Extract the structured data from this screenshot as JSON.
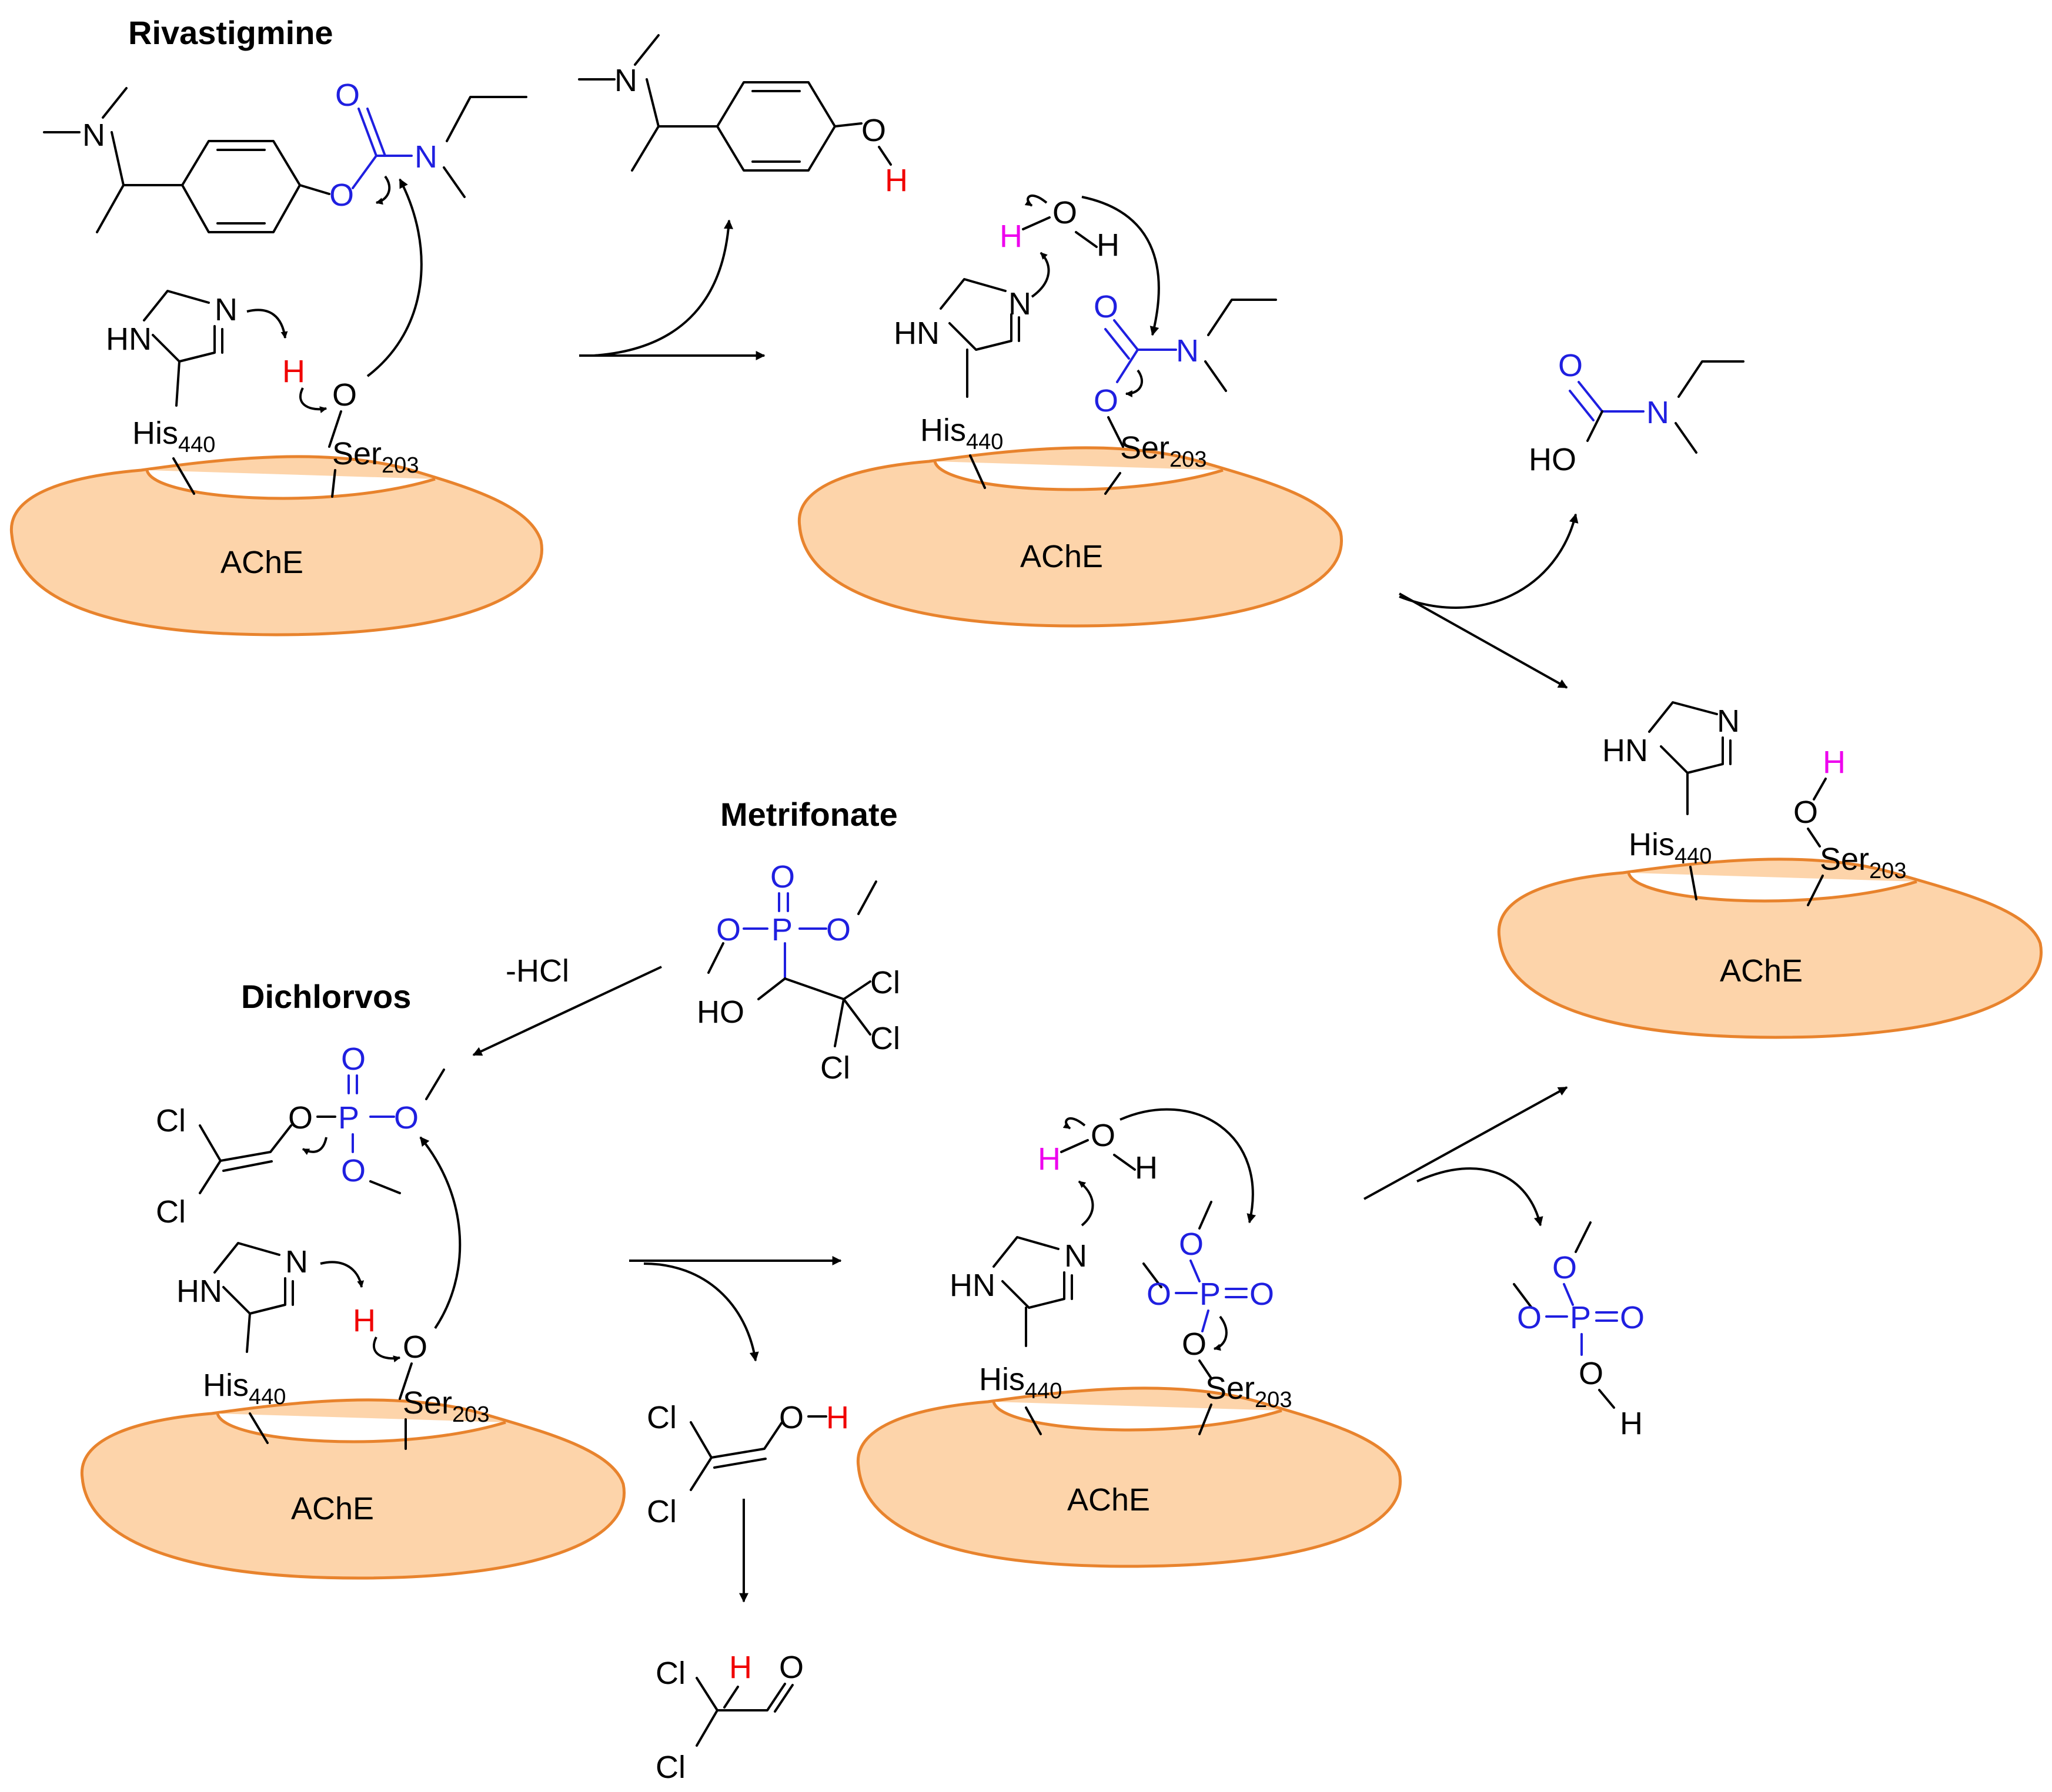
{
  "titles": {
    "rivastigmine": "Rivastigmine",
    "metrifonate": "Metrifonate",
    "dichlorvos": "Dichlorvos"
  },
  "enzyme": "AChE",
  "residues": {
    "his": "His",
    "his_num": "440",
    "ser": "Ser",
    "ser_num": "203"
  },
  "conditions": {
    "hcl": "-HCl"
  },
  "atoms": {
    "N": "N",
    "O": "O",
    "H": "H",
    "P": "P",
    "Cl": "Cl",
    "HN": "HN",
    "HO": "HO"
  },
  "colors": {
    "black": "#000000",
    "blue": "#1f1fe0",
    "red": "#f00000",
    "magenta": "#ee00ee",
    "enzyme_fill": "#fdd4aa",
    "enzyme_stroke": "#e8832d"
  }
}
